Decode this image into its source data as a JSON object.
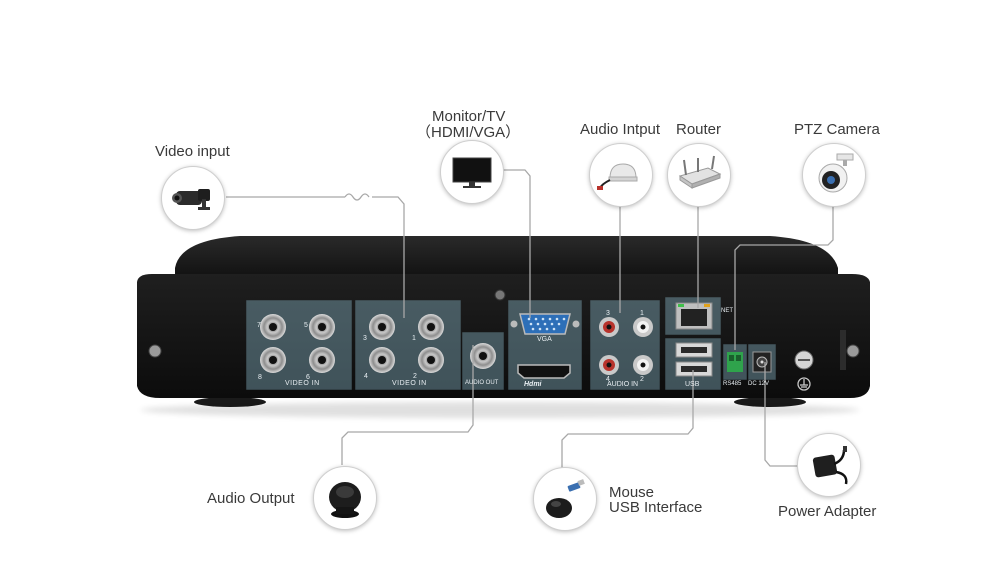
{
  "callouts": {
    "video_input": "Video input",
    "monitor_line1": "Monitor/TV",
    "monitor_line2": "（HDMI/VGA）",
    "audio_input": "Audio Intput",
    "router": "Router",
    "ptz_camera": "PTZ Camera",
    "audio_output": "Audio Output",
    "mouse_line1": "Mouse",
    "mouse_line2": "USB Interface",
    "power_adapter": "Power Adapter"
  },
  "panel_labels": {
    "video_in_a": "VIDEO IN",
    "video_in_b": "VIDEO IN",
    "audio_out": "AUDIO OUT",
    "vga": "VGA",
    "hdmi": "Hdmi",
    "audio_in": "AUDIO IN",
    "net": "NET",
    "usb": "USB",
    "rs485": "RS485",
    "dc": "DC 12V",
    "bnc_a": [
      "7",
      "5",
      "8",
      "6"
    ],
    "bnc_b": [
      "3",
      "1",
      "4",
      "2"
    ],
    "rca": [
      "3",
      "1",
      "4",
      "2"
    ]
  },
  "colors": {
    "highlight": "#9ed4e8",
    "panel": "#161616",
    "callout_line": "#a8a8a8"
  },
  "icons": [
    "camera-icon",
    "monitor-icon",
    "microphone-icon",
    "router-icon",
    "ptz-camera-icon",
    "speaker-icon",
    "mouse-icon",
    "power-adapter-icon"
  ]
}
